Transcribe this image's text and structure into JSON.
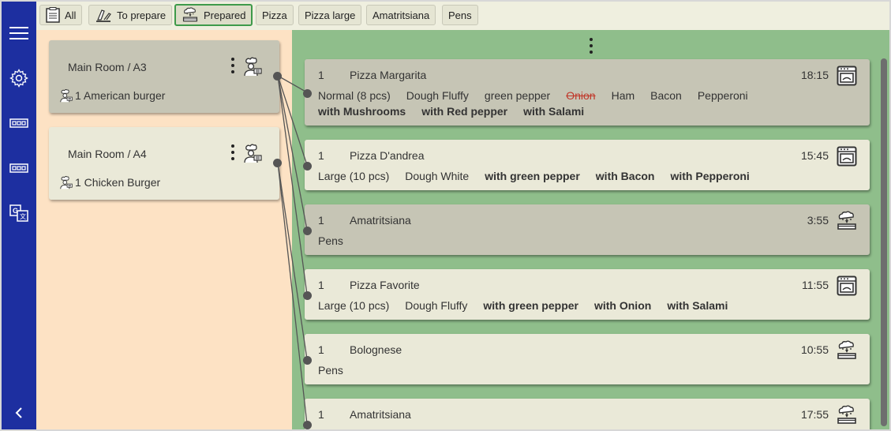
{
  "sidebar": {
    "items": [
      {
        "icon": "menu-icon"
      },
      {
        "icon": "gear-icon"
      },
      {
        "icon": "printer-icon"
      },
      {
        "icon": "printer-icon"
      },
      {
        "icon": "translate-icon"
      },
      {
        "icon": "chevron-left-icon"
      }
    ]
  },
  "filters": {
    "all": "All",
    "to_prepare": "To prepare",
    "prepared": "Prepared",
    "pizza": "Pizza",
    "pizza_large": "Pizza large",
    "amatritsiana": "Amatritsiana",
    "pens": "Pens",
    "active": "Prepared"
  },
  "tables": [
    {
      "name": "Main Room / A3",
      "item": "1 American burger",
      "selected": true
    },
    {
      "name": "Main Room / A4",
      "item": "1 Chicken Burger",
      "selected": false
    }
  ],
  "orders": [
    {
      "qty": "1",
      "name": "Pizza Margarita",
      "time": "18:15",
      "icon": "oven-icon",
      "selected": true,
      "mods": [
        {
          "t": "Normal (8 pcs)",
          "s": "normal"
        },
        {
          "t": "Dough Fluffy",
          "s": "normal"
        },
        {
          "t": "green pepper",
          "s": "normal"
        },
        {
          "t": "Onion",
          "s": "strike"
        },
        {
          "t": "Ham",
          "s": "normal"
        },
        {
          "t": "Bacon",
          "s": "normal"
        },
        {
          "t": "Pepperoni",
          "s": "normal"
        },
        {
          "t": "with Mushrooms",
          "s": "bold"
        },
        {
          "t": "with Red pepper",
          "s": "bold"
        },
        {
          "t": "with Salami",
          "s": "bold"
        }
      ]
    },
    {
      "qty": "1",
      "name": "Pizza D'andrea",
      "time": "15:45",
      "icon": "oven-icon",
      "selected": false,
      "mods": [
        {
          "t": "Large (10 pcs)",
          "s": "normal"
        },
        {
          "t": "Dough White",
          "s": "normal"
        },
        {
          "t": "with green pepper",
          "s": "bold"
        },
        {
          "t": "with Bacon",
          "s": "bold"
        },
        {
          "t": "with Pepperoni",
          "s": "bold"
        }
      ]
    },
    {
      "qty": "1",
      "name": "Amatritsiana",
      "time": "3:55",
      "icon": "cooking-station-icon",
      "selected": true,
      "mods": [
        {
          "t": "Pens",
          "s": "normal"
        }
      ]
    },
    {
      "qty": "1",
      "name": "Pizza Favorite",
      "time": "11:55",
      "icon": "oven-icon",
      "selected": false,
      "mods": [
        {
          "t": "Large (10 pcs)",
          "s": "normal"
        },
        {
          "t": "Dough Fluffy",
          "s": "normal"
        },
        {
          "t": "with green pepper",
          "s": "bold"
        },
        {
          "t": "with Onion",
          "s": "bold"
        },
        {
          "t": "with Salami",
          "s": "bold"
        }
      ]
    },
    {
      "qty": "1",
      "name": "Bolognese",
      "time": "10:55",
      "icon": "cooking-station-icon",
      "selected": false,
      "mods": [
        {
          "t": "Pens",
          "s": "normal"
        }
      ]
    },
    {
      "qty": "1",
      "name": "Amatritsiana",
      "time": "17:55",
      "icon": "cooking-station-icon",
      "selected": false,
      "mods": []
    }
  ],
  "colors": {
    "sidebar": "#1d2fa0",
    "tables_bg": "#fde2c4",
    "orders_bg": "#8fbe8b",
    "card_selected": "#c6c5b5",
    "card_normal": "#eae9d8",
    "active_filter_border": "#3e9a4a",
    "strike": "#c0392b"
  }
}
